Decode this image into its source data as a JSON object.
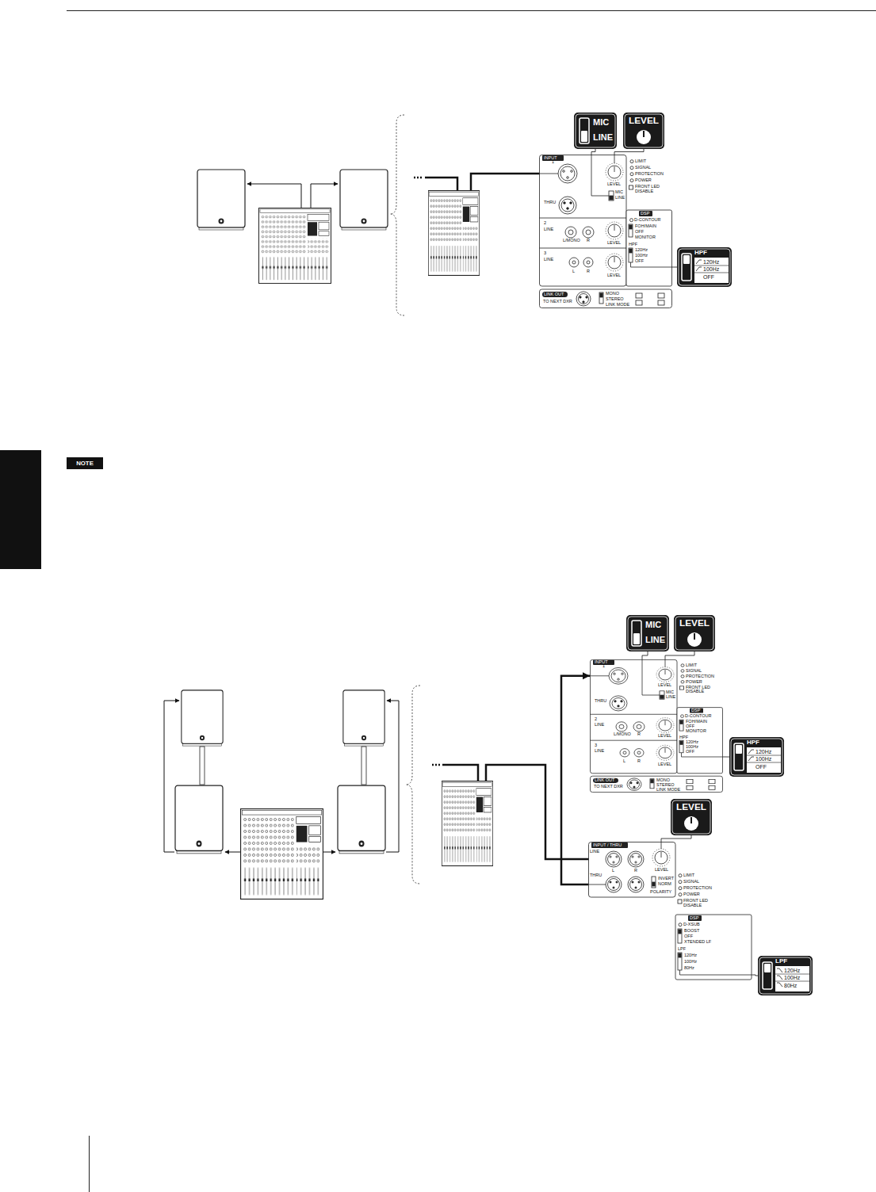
{
  "diagram": {
    "nodes": [
      {
        "text": [
          "MIC",
          "LINE"
        ]
      },
      {
        "text": [
          "LEVEL"
        ]
      },
      {
        "text": [
          "INPUT",
          "1",
          "THRU",
          "LEVEL",
          "MIC",
          "LINE",
          "LIMIT",
          "SIGNAL",
          "PROTECTION",
          "POWER",
          "FRONT LED DISABLE",
          "DSP",
          "D-CONTOUR",
          "FOH/MAIN",
          "OFF",
          "MONITOR",
          "HPF",
          "120Hz",
          "100Hz",
          "OFF",
          "2",
          "LINE",
          "L/MONO",
          "R",
          "LEVEL",
          "3",
          "LINE",
          "L",
          "R",
          "LEVEL",
          "LINK OUT",
          "TO NEXT DXR",
          "MONO",
          "STEREO",
          "LINK MODE"
        ]
      },
      {
        "text": [
          "HPF",
          "120Hz",
          "100Hz",
          "OFF"
        ]
      },
      {
        "text": [
          "NOTE"
        ]
      },
      {
        "text": [
          "MIC",
          "LINE"
        ]
      },
      {
        "text": [
          "LEVEL"
        ]
      },
      {
        "text": [
          "INPUT",
          "1",
          "THRU",
          "LEVEL",
          "MIC",
          "LINE",
          "LIMIT",
          "SIGNAL",
          "PROTECTION",
          "POWER",
          "FRONT LED DISABLE",
          "DSP",
          "D-CONTOUR",
          "FOH/MAIN",
          "OFF",
          "MONITOR",
          "HPF",
          "120Hz",
          "100Hz",
          "OFF",
          "2",
          "LINE",
          "L/MONO",
          "R",
          "LEVEL",
          "3",
          "LINE",
          "L",
          "R",
          "LEVEL",
          "LINK OUT",
          "TO NEXT DXR",
          "MONO",
          "STEREO",
          "LINK MODE"
        ]
      },
      {
        "text": [
          "HPF",
          "120Hz",
          "100Hz",
          "OFF"
        ]
      },
      {
        "text": [
          "LEVEL"
        ]
      },
      {
        "text": [
          "INPUT / THRU",
          "LINE",
          "L",
          "R",
          "THRU",
          "LEVEL",
          "INVERT",
          "NORM",
          "POLARITY",
          "LIMIT",
          "SIGNAL",
          "PROTECTION",
          "POWER",
          "FRONT LED DISABLE",
          "DSP",
          "D-XSUB",
          "BOOST",
          "OFF",
          "XTENDED LF",
          "LPF",
          "120Hz",
          "100Hz",
          "80Hz"
        ]
      },
      {
        "text": [
          "LPF",
          "120Hz",
          "100Hz",
          "80Hz"
        ]
      }
    ],
    "edges": [
      {
        "from": 0,
        "to": 2,
        "arrow": "none"
      },
      {
        "from": 1,
        "to": 2,
        "arrow": "none"
      },
      {
        "from": 2,
        "to": 3,
        "arrow": "none"
      },
      {
        "from": 5,
        "to": 7,
        "arrow": "none"
      },
      {
        "from": 6,
        "to": 7,
        "arrow": "none"
      },
      {
        "from": 7,
        "to": 8,
        "arrow": "none"
      },
      {
        "from": 9,
        "to": 10,
        "arrow": "none"
      },
      {
        "from": 10,
        "to": 7,
        "arrow": "to"
      },
      {
        "from": 10,
        "to": 11,
        "arrow": "none"
      }
    ]
  }
}
